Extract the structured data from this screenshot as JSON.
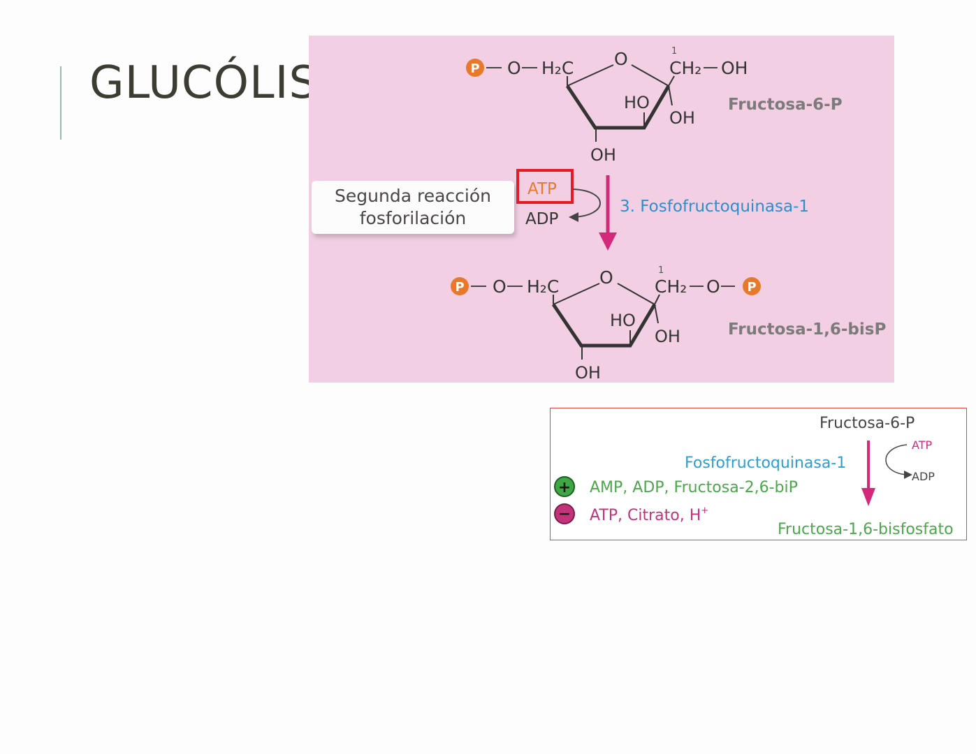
{
  "slide": {
    "title": "GLUCÓLISIS",
    "accent_color": "#9bb8ac"
  },
  "diagram": {
    "top_molecule": {
      "name": "Fructosa-6-P",
      "p_label": "P",
      "o1": "O",
      "h2c": "H₂C",
      "ring_o": "O",
      "carbon_num": "1",
      "ch2": "CH₂",
      "oh_right": "OH",
      "ho_ring": "HO",
      "oh_ring": "OH",
      "oh_bottom": "OH"
    },
    "bottom_molecule": {
      "name": "Fructosa-1,6-bisP",
      "p_label": "P",
      "o1": "O",
      "h2c": "H₂C",
      "ring_o": "O",
      "carbon_num": "1",
      "ch2": "CH₂",
      "o2": "O",
      "p_label_right": "P",
      "ho_ring": "HO",
      "oh_ring": "OH",
      "oh_bottom": "OH"
    },
    "reaction": {
      "atp": "ATP",
      "adp": "ADP",
      "enzyme": "3. Fosfofructoquinasa-1"
    },
    "callout": {
      "line1": "Segunda reacción",
      "line2": "fosforilación"
    },
    "colors": {
      "background": "#f2cfe2",
      "phosphate": "#e8792b",
      "arrow": "#d4287a",
      "enzyme": "#2b8ed0",
      "highlight_box": "#e31b23",
      "atp_text": "#e8792b"
    }
  },
  "regulation": {
    "substrate": "Fructosa-6-P",
    "enzyme": "Fosfofructoquinasa-1",
    "atp": "ATP",
    "adp": "ADP",
    "activators": "AMP, ADP, Fructosa-2,6-biP",
    "inhibitors": "ATP, Citrato, H",
    "inhibitors_sup": "+",
    "product": "Fructosa-1,6-bisfosfato",
    "plus_sign": "+",
    "minus_sign": "−",
    "colors": {
      "border": "#e0453f",
      "enzyme": "#2b9fd0",
      "activator": "#4aa84a",
      "inhibitor": "#c2337a",
      "product": "#4aa84a",
      "arrow": "#d4287a"
    }
  }
}
